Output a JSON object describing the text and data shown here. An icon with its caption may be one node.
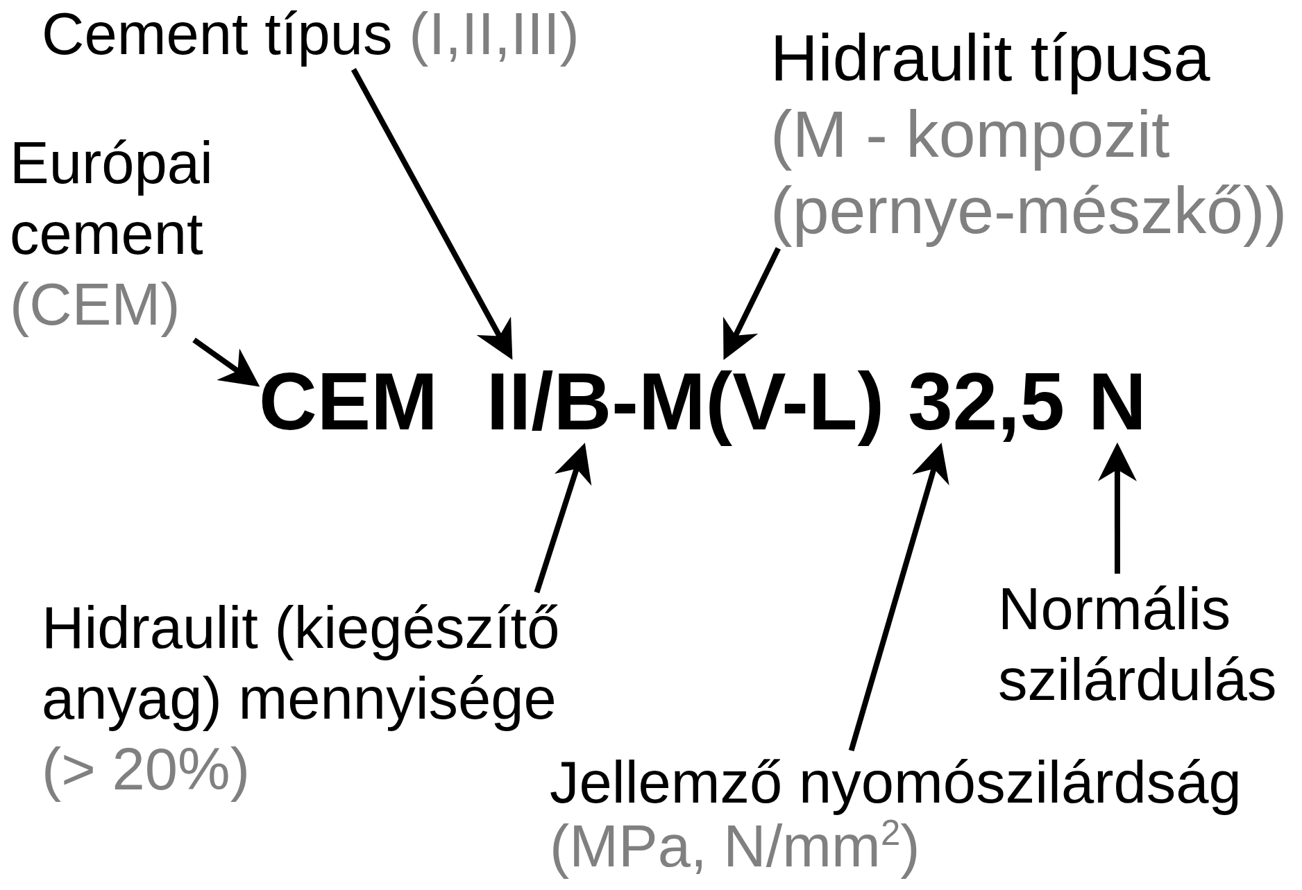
{
  "diagram": {
    "nodes": [
      {
        "text": [
          "Cement típus",
          "(I,II,III)"
        ]
      },
      {
        "text": [
          "Hidraulit típusa",
          "(M - kompozit (pernye-mészkő))"
        ]
      },
      {
        "text": [
          "Európai cement",
          "(CEM)"
        ]
      },
      {
        "text": [
          "CEM"
        ]
      },
      {
        "text": [
          "II"
        ]
      },
      {
        "text": [
          "B"
        ]
      },
      {
        "text": [
          "M(V-L)"
        ]
      },
      {
        "text": [
          "32,5"
        ]
      },
      {
        "text": [
          "N"
        ]
      },
      {
        "text": [
          "Hidraulit (kiegészítő anyag) mennyisége",
          "(> 20%)"
        ]
      },
      {
        "text": [
          "Normális szilárdulás"
        ]
      },
      {
        "text": [
          "Jellemző nyomószilárdság",
          "(MPa, N/mm$^{2}$)"
        ]
      }
    ],
    "edges": [
      {
        "from": 0,
        "to": 4,
        "arrow": "to"
      },
      {
        "from": 2,
        "to": 3,
        "arrow": "to"
      },
      {
        "from": 1,
        "to": 6,
        "arrow": "to"
      },
      {
        "from": 9,
        "to": 5,
        "arrow": "to"
      },
      {
        "from": 11,
        "to": 7,
        "arrow": "to"
      },
      {
        "from": 10,
        "to": 8,
        "arrow": "to"
      }
    ],
    "labels": [
      "/",
      "-"
    ]
  }
}
